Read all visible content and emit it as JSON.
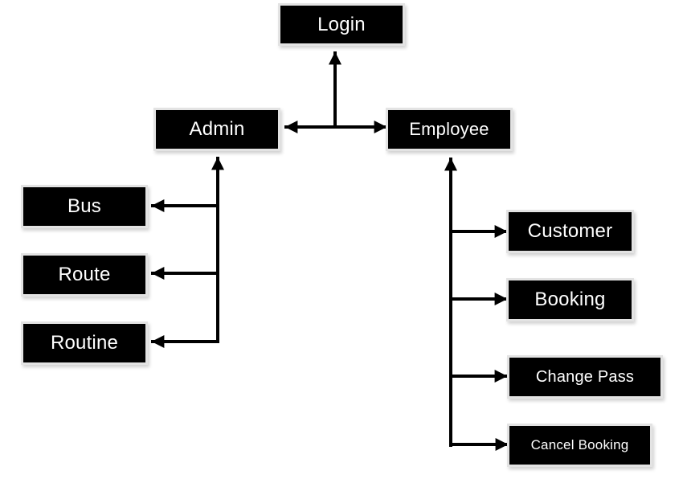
{
  "diagram": {
    "nodes": {
      "login": "Login",
      "admin": "Admin",
      "employee": "Employee",
      "bus": "Bus",
      "route": "Route",
      "routine": "Routine",
      "customer": "Customer",
      "booking": "Booking",
      "change_pass": "Change Pass",
      "cancel_booking": "Cancel Booking"
    },
    "colors": {
      "node_fill": "#000000",
      "node_text": "#ffffff",
      "node_border": "#e3e3e3",
      "arrow": "#000000"
    }
  }
}
